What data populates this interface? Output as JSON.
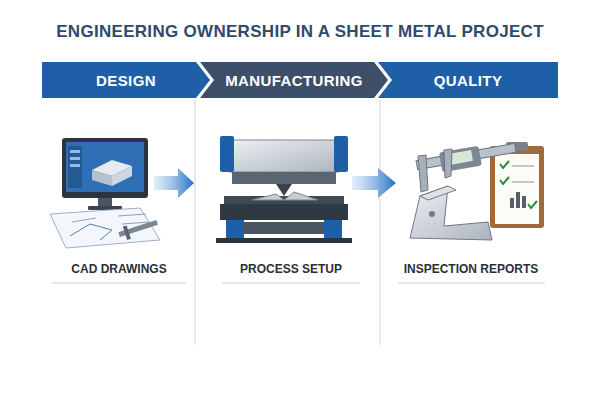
{
  "diagram": {
    "title": "ENGINEERING OWNERSHIP IN A SHEET METAL PROJECT",
    "nodes": [
      {
        "text": [
          "DESIGN"
        ]
      },
      {
        "text": [
          "MANUFACTURING"
        ]
      },
      {
        "text": [
          "QUALITY"
        ]
      }
    ],
    "labels": [
      "CAD DRAWINGS",
      "PROCESS SETUP",
      "INSPECTION REPORTS"
    ]
  }
}
